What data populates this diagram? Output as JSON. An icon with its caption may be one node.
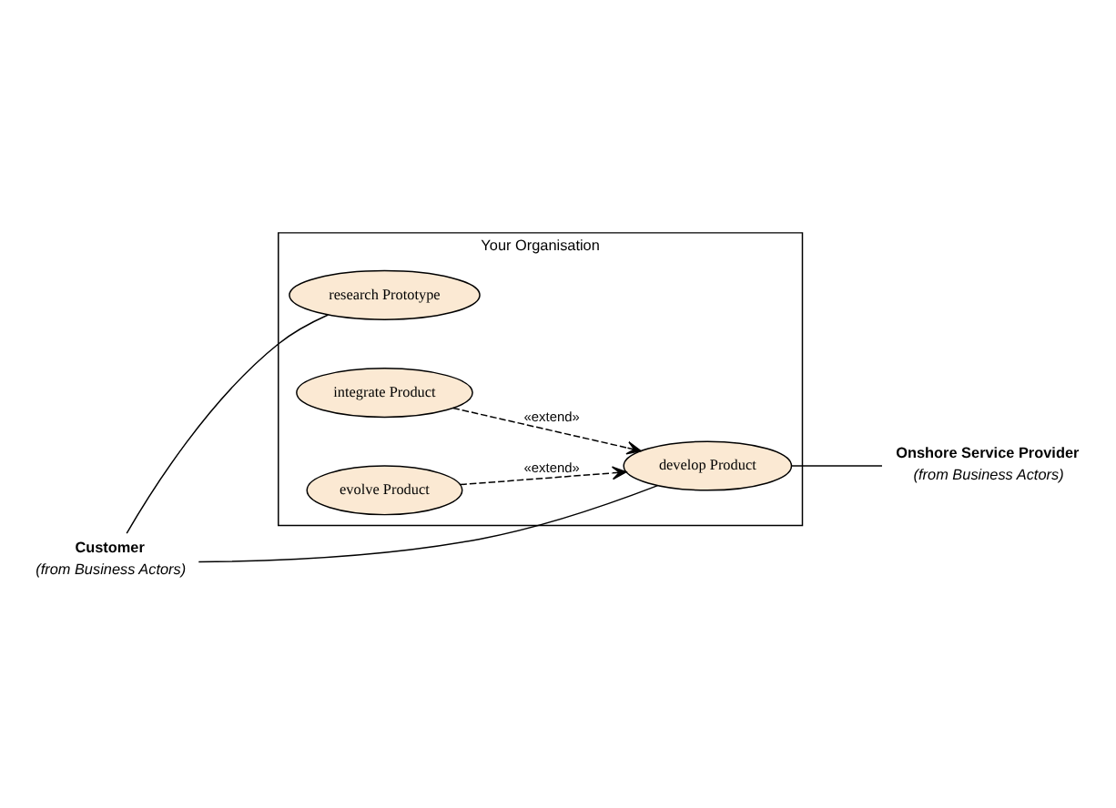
{
  "diagram": {
    "nodes": [
      {
        "text": [
          "Your Organisation"
        ]
      },
      {
        "text": [
          "research Prototype"
        ],
        "in": 0
      },
      {
        "text": [
          "develop Product"
        ],
        "in": 0
      },
      {
        "text": [
          "integrate Product"
        ],
        "in": 0
      },
      {
        "text": [
          "evolve Product"
        ],
        "in": 0
      },
      {
        "text": [
          "Customer"
        ],
        "beside": [
          "(from Business Actors)"
        ]
      },
      {
        "text": [
          "Onshore Service Provider"
        ],
        "beside": [
          "(from Business Actors)"
        ]
      }
    ],
    "edges": [
      {
        "from": 5,
        "to": 1,
        "arrow": "none"
      },
      {
        "from": 5,
        "to": 2,
        "arrow": "none"
      },
      {
        "from": 2,
        "to": 6,
        "arrow": "none"
      },
      {
        "from": 3,
        "to": 2,
        "arrow": "to",
        "label": "«extend»",
        "style": "dashed"
      },
      {
        "from": 4,
        "to": 2,
        "arrow": "to",
        "label": "«extend»",
        "style": "dashed"
      }
    ]
  }
}
